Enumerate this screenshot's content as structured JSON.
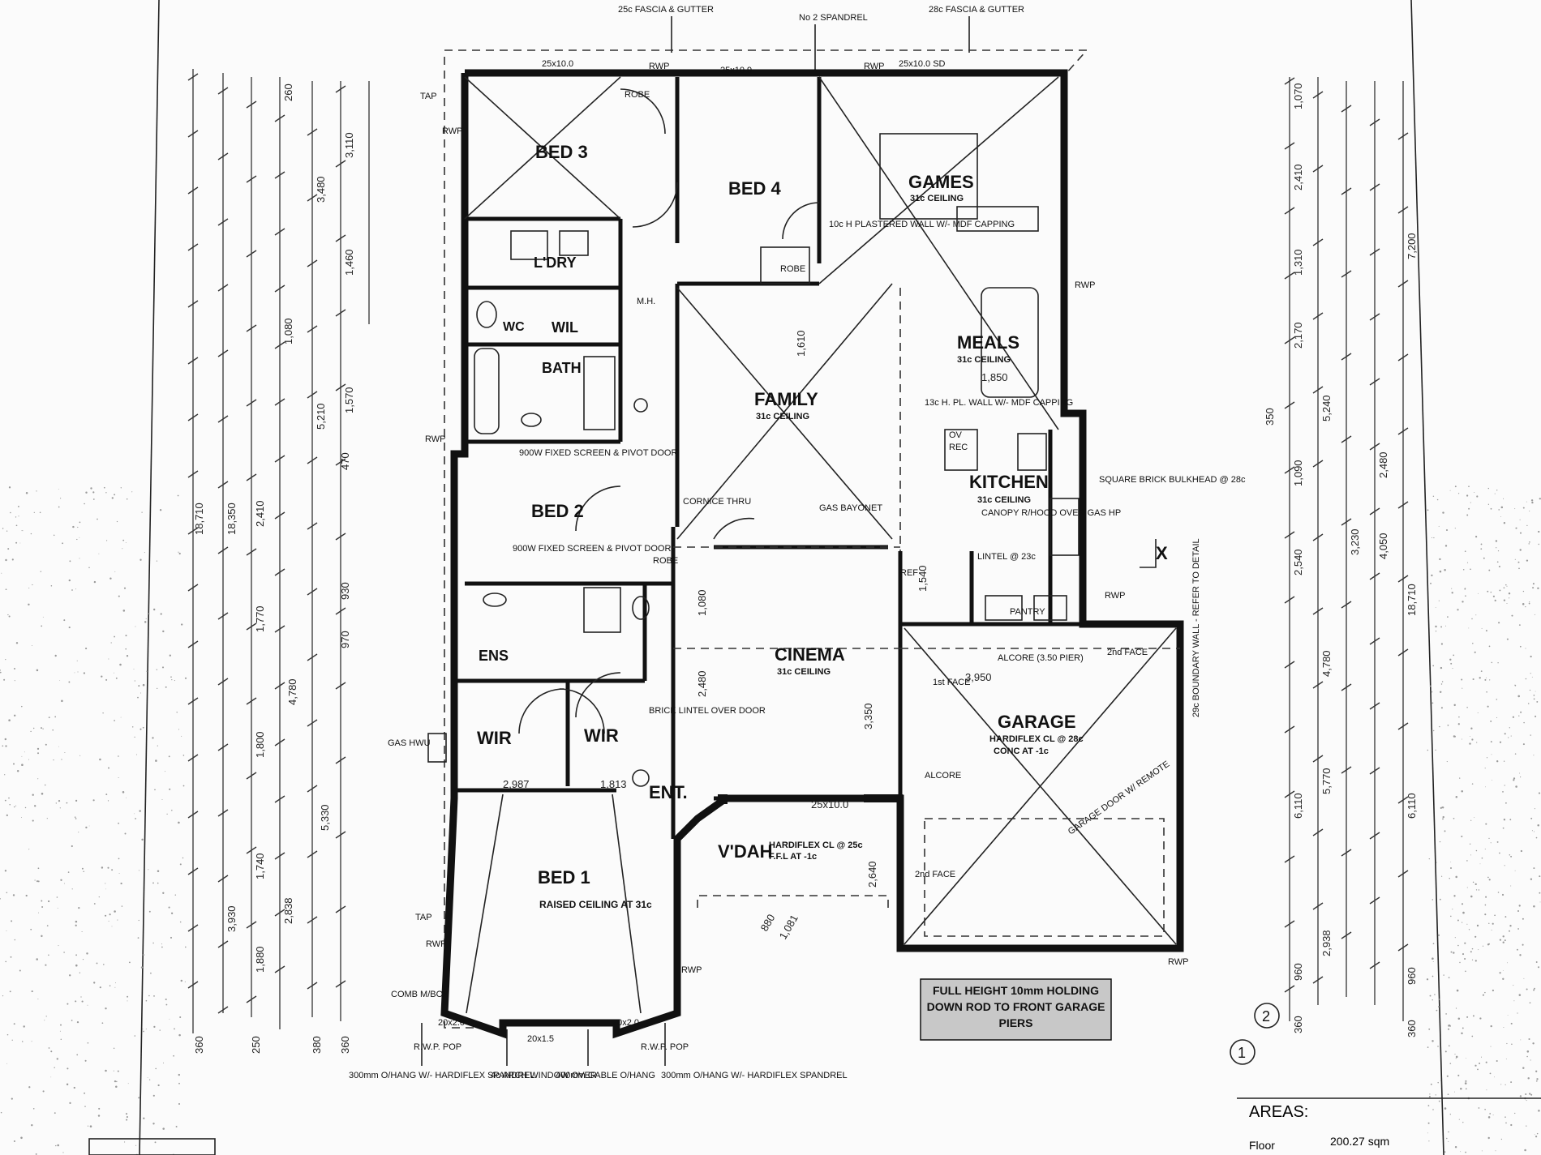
{
  "top_notes": {
    "fascia_left": "25c FASCIA & GUTTER",
    "spandrel": "No 2 SPANDREL",
    "fascia_right": "28c FASCIA & GUTTER",
    "lintel_left": "25x10.0",
    "lintel_mid": "25x10.9",
    "lintel_right": "25x10.0 SD",
    "rwp": "RWP",
    "tap": "TAP"
  },
  "rooms": {
    "bed3": "BED 3",
    "bed4": "BED 4",
    "games": "GAMES",
    "games_ceiling": "31c CEILING",
    "games_wall_note": "10c H PLASTERED WALL W/- MDF CAPPING",
    "ldry": "L'DRY",
    "wc": "WC",
    "wil": "WIL",
    "bath": "BATH",
    "family": "FAMILY",
    "family_ceiling": "31c CEILING",
    "meals": "MEALS",
    "meals_ceiling": "31c CEILING",
    "meals_wall_note": "13c H. PL. WALL W/- MDF CAPPING",
    "kitchen": "KITCHEN",
    "kitchen_ceiling": "31c CEILING",
    "kitchen_note": "CANOPY R/HOOD OVER GAS HP",
    "bed2": "BED 2",
    "ens": "ENS",
    "cinema": "CINEMA",
    "cinema_ceiling": "31c CEILING",
    "garage": "GARAGE",
    "garage_ceiling": "HARDIFLEX CL @ 28c",
    "garage_floor": "CONC AT -1c",
    "wir_left": "WIR",
    "wir_right": "WIR",
    "ent": "ENT.",
    "vdah": "V'DAH",
    "vdah_note": "HARDIFLEX CL @ 25c",
    "vdah_ffl": "F.F.L AT -1c",
    "bed1": "BED 1",
    "bed1_ceiling": "RAISED CEILING AT 31c",
    "robe": "ROBE",
    "pantry": "PANTRY",
    "ref": "REF",
    "mh": "M.H.",
    "ov": "OV",
    "rec": "REC"
  },
  "notes": {
    "screen_a": "900W FIXED SCREEN & PIVOT DOOR",
    "screen_b": "900W FIXED SCREEN & PIVOT DOOR",
    "cornice": "CORNICE THRU",
    "gas_bayonet": "GAS BAYONET",
    "square_brick": "SQUARE BRICK BULKHEAD @ 28c",
    "alcore_a": "ALCORE (3.50 PIER)",
    "alcore_b": "ALCORE",
    "face_a": "2nd FACE",
    "face_b": "1st FACE",
    "face_c": "2nd FACE",
    "boundary_wall": "29c BOUNDARY WALL - REFER TO DETAIL",
    "garage_door": "GARAGE DOOR W/ REMOTE",
    "brick_lintel": "BRICK LINTEL OVER DOOR",
    "gas_hwu": "GAS HWU",
    "comb_mbox": "COMB M/BOX",
    "lintel": "LINTEL @ 23c",
    "full_height": "FULL HEIGHT 10mm HOLDING DOWN ROD TO FRONT GARAGE PIERS",
    "bottom_a": "300mm O/HANG W/- HARDIFLEX SPANDREL",
    "bottom_b": "4c ARCH WINDOW OVER",
    "bottom_c": "400mm GABLE O/HANG",
    "bottom_d": "300mm O/HANG W/- HARDIFLEX SPANDREL",
    "rwp_pop_l": "R.W.P. POP",
    "rwp_pop_r": "R.W.P. POP",
    "lintel_b1": "20x2.0",
    "lintel_b2": "20x1.5",
    "lintel_b3": "20x2.0",
    "x_mark": "X",
    "marker_1": "1",
    "marker_2": "2"
  },
  "dims_left": [
    "18,710",
    "18,350",
    "360",
    "250",
    "380",
    "360"
  ],
  "dims_left_inner": [
    "3,110",
    "3,480",
    "5,210",
    "4,780",
    "5,330",
    "3,930",
    "2,838",
    "1,880",
    "1,740",
    "1,800",
    "1,770",
    "2,410",
    "970",
    "930",
    "470",
    "1,080",
    "1,460",
    "1,570",
    "260"
  ],
  "dims_right": [
    "18,710",
    "7,200",
    "4,050",
    "6,110",
    "960",
    "360",
    "3,230",
    "2,480",
    "5,240",
    "5,770"
  ],
  "dims_right_inner": [
    "1,070",
    "2,410",
    "1,310",
    "2,170",
    "350",
    "1,090",
    "2,540",
    "4,780",
    "6,110",
    "2,938",
    "960",
    "360"
  ],
  "dims_interior": [
    "2,987",
    "1,813",
    "3,950",
    "1,850",
    "1,080",
    "2,480",
    "3,350",
    "2,640",
    "1,081",
    "880",
    "25x10.0",
    "1,610",
    "1,540"
  ],
  "areas": {
    "heading": "AREAS:",
    "floor_label": "Floor",
    "floor_value": "200.27 sqm"
  }
}
